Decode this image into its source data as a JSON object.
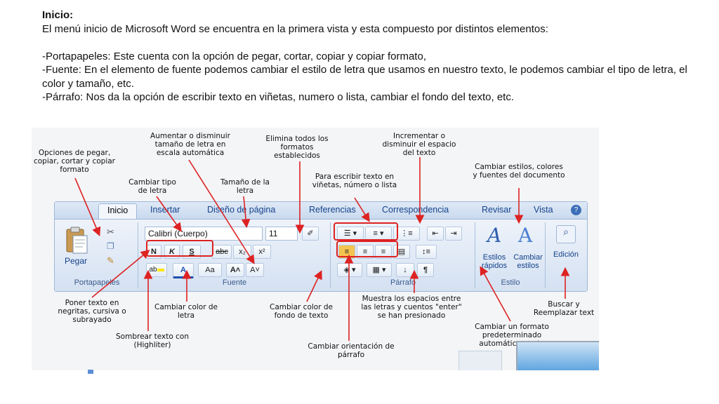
{
  "slide": {
    "title": "Inicio:",
    "intro": "El menú  inicio de Microsoft Word se encuentra en la primera vista y esta compuesto por distintos elementos:",
    "p1": "-Portapapeles: Este cuenta con la opción de pegar, cortar, copiar y copiar formato,",
    "p2": "-Fuente: En el elemento de fuente  podemos cambiar el estilo de letra que usamos  en nuestro texto, le podemos cambiar el tipo de letra, el color y tamaño, etc.",
    "p3": "-Párrafo: Nos da la opción de escribir texto en viñetas, numero o lista, cambiar el fondo del texto, etc."
  },
  "annotations": {
    "paste_options": "Opciones de pegar, copiar, cortar y copiar formato",
    "font_type": "Cambiar tipo de letra",
    "grow_shrink": "Aumentar o disminuir tamaño de letra en escala automática",
    "font_size": "Tamaño de la letra",
    "clear_format": "Elimina todos los formatos establecidos",
    "bullets": "Para escribir texto en viñetas, número o lista",
    "indent": "Incrementar o disminuir el espacio del texto",
    "styles": "Cambiar estilos, colores y fuentes del documento",
    "bold": "Poner texto en negritas, cursiva o subrayado",
    "font_color": "Cambiar color de letra",
    "highlight": "Sombrear texto con (Highliter)",
    "shading": "Cambiar color de fondo de texto",
    "show_marks": "Muestra los espacios entre las letras y cuentos \"enter\" se han presionado",
    "alignment": "Cambiar orientación de párrafo",
    "quick_format": "Cambiar un formato predeterminado automáticamente",
    "find_replace": "Buscar y Reemplazar text"
  },
  "ribbon": {
    "tabs": [
      "Inicio",
      "Insertar",
      "Diseño de página",
      "Referencias",
      "Correspondencia",
      "Revisar",
      "Vista"
    ],
    "font_name": "Calibri (Cuerpo)",
    "font_size": "11",
    "paste_label": "Pegar",
    "groups": {
      "clipboard": "Portapapeles",
      "font": "Fuente",
      "paragraph": "Párrafo",
      "styles": "Estilo"
    },
    "buttons": {
      "bold": "N",
      "italic": "K",
      "underline": "S",
      "strike": "abc",
      "subscript": "x₂",
      "superscript": "x²",
      "case": "Aa",
      "grow": "A˄",
      "shrink": "A˅",
      "pilcrow": "¶",
      "quick_styles": "Estilos rápidos",
      "change_styles": "Cambiar estilos",
      "edit": "Edición"
    }
  },
  "colors": {
    "accent": "#d22222",
    "ribbon": "#dbe6f4",
    "tab_text": "#15428b"
  }
}
